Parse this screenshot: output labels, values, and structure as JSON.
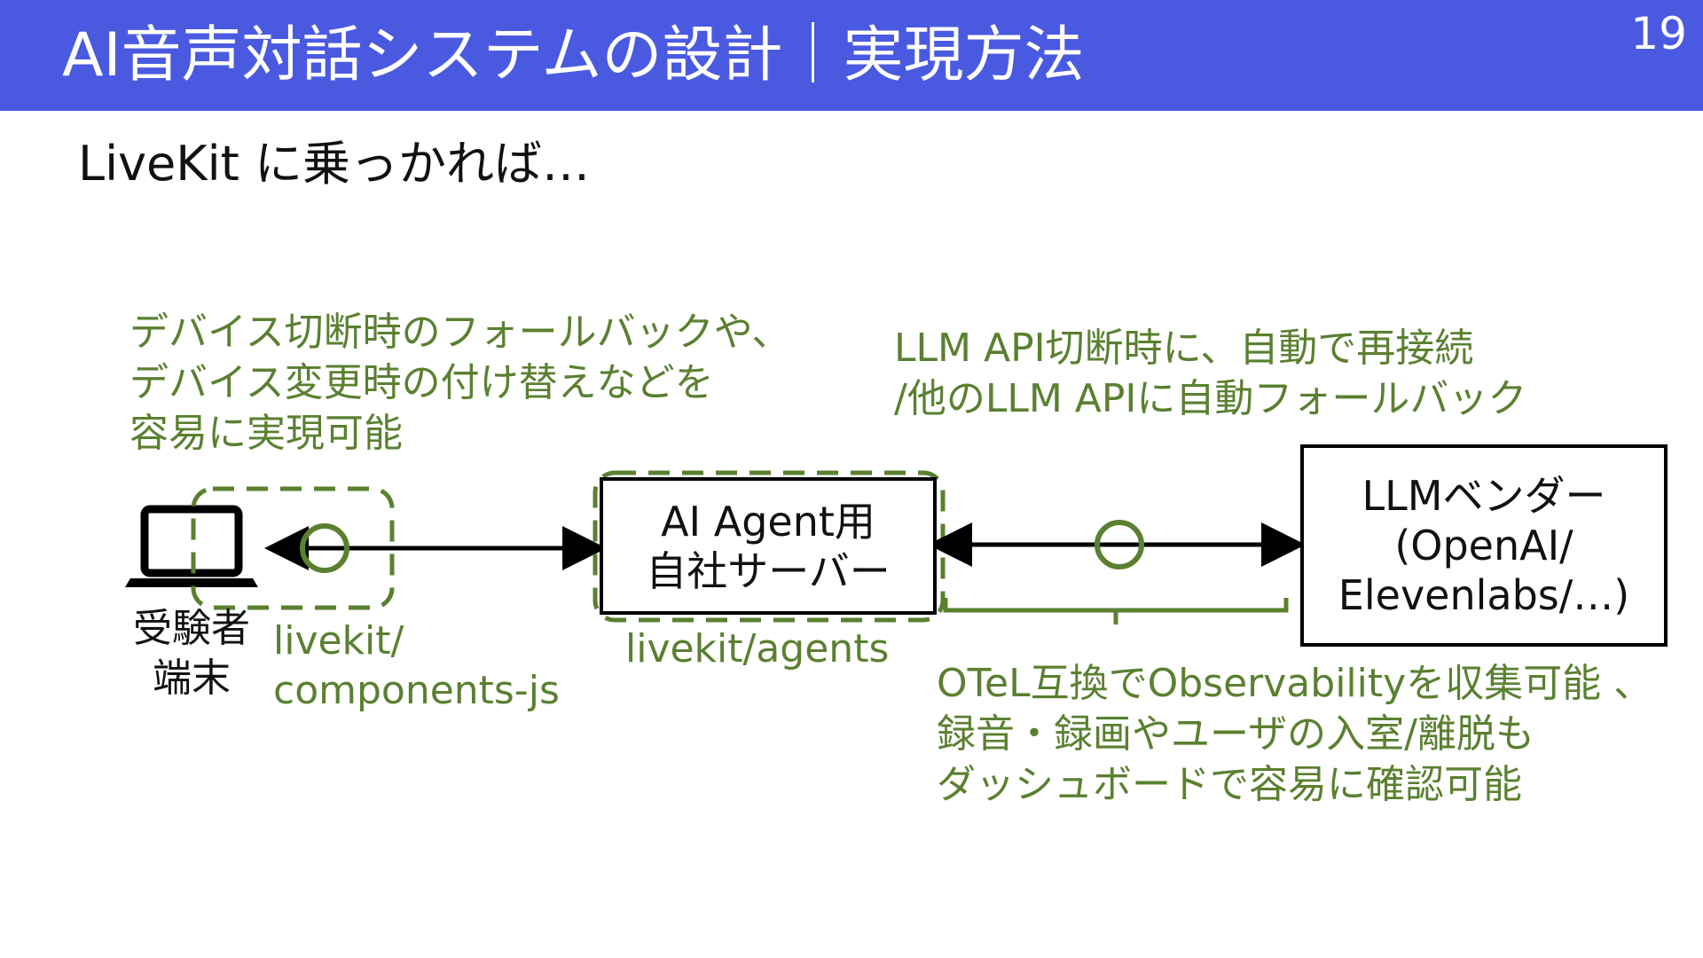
{
  "header": {
    "title": "AI音声対話システムの設計｜実現方法",
    "page_number": "19"
  },
  "subtitle": "LiveKit に乗っかれば…",
  "notes": {
    "client": [
      "デバイス切断時のフォールバックや、",
      "デバイス変更時の付け替えなどを",
      "容易に実現可能"
    ],
    "llm": [
      "LLM API切断時に、自動で再接続",
      "/他のLLM APIに自動フォールバック"
    ],
    "otel": [
      "OTeL互換でObservabilityを収集可能 、",
      "録音・録画やユーザの入室/離脱も",
      "ダッシュボードで容易に確認可能"
    ]
  },
  "nodes": {
    "client": {
      "icon": "laptop-icon",
      "label": [
        "受験者",
        "端末"
      ]
    },
    "server": {
      "label": [
        "AI Agent用",
        "自社サーバー"
      ]
    },
    "vendor": {
      "label": [
        "LLMベンダー",
        "(OpenAI/",
        "Elevenlabs/…)"
      ]
    }
  },
  "libraries": {
    "client": [
      "livekit/",
      "components-js"
    ],
    "server": "livekit/agents"
  },
  "colors": {
    "header": "#4a5ae0",
    "accent_green": "#5a8030",
    "text": "#111111"
  }
}
